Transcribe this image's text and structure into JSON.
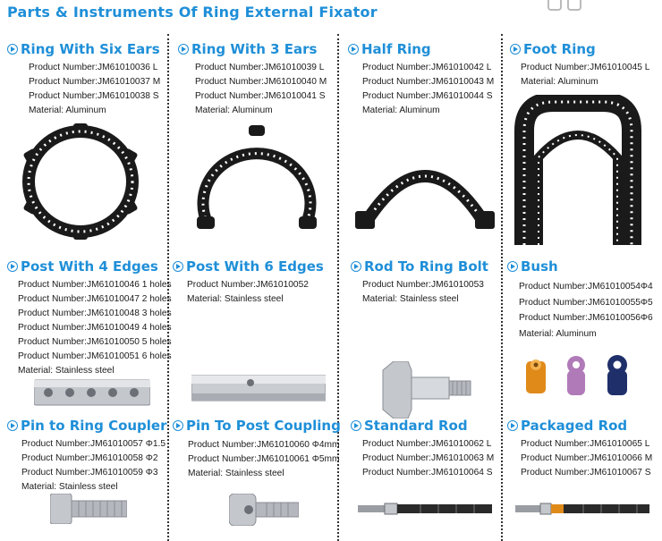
{
  "page_title": "Parts & Instruments Of Ring External Fixator",
  "products": {
    "ring_six_ears": {
      "title": "Ring With Six Ears",
      "lines": [
        "Product Number:JM61010036 L",
        "Product Number:JM61010037  M",
        "Product Number:JM61010038 S",
        "Material: Aluminum"
      ]
    },
    "ring_3_ears": {
      "title": "Ring With 3 Ears",
      "lines": [
        "Product Number:JM61010039 L",
        "Product Number:JM61010040 M",
        "Product Number:JM61010041 S",
        "Material: Aluminum"
      ]
    },
    "half_ring": {
      "title": "Half Ring",
      "lines": [
        "Product Number:JM61010042 L",
        "Product Number:JM61010043 M",
        "Product Number:JM61010044 S",
        "Material: Aluminum"
      ]
    },
    "foot_ring": {
      "title": "Foot Ring",
      "lines": [
        "Product Number:JM61010045 L",
        "Material: Aluminum"
      ]
    },
    "post_4_edges": {
      "title": "Post With 4 Edges",
      "lines": [
        "Product Number:JM61010046 1 holes",
        "Product Number:JM61010047 2 holes",
        "Product Number:JM61010048 3 holes",
        "Product Number:JM61010049 4 holes",
        "Product Number:JM61010050 5 holes",
        "Product Number:JM61010051 6 holes",
        "Material: Stainless steel"
      ]
    },
    "post_6_edges": {
      "title": "Post With 6 Edges",
      "lines": [
        "Product Number:JM61010052",
        "Material: Stainless steel"
      ]
    },
    "rod_to_ring_bolt": {
      "title": "Rod To Ring Bolt",
      "lines": [
        "Product Number:JM61010053",
        "Material: Stainless steel"
      ]
    },
    "bush": {
      "title": "Bush",
      "lines": [
        "Product Number:JM61010054Φ4",
        "Product Number:JM61010055Φ5",
        "Product Number:JM61010056Φ6",
        "Material: Aluminum"
      ]
    },
    "pin_to_ring_coupler": {
      "title": "Pin to Ring Coupler",
      "lines": [
        "Product Number:JM61010057  Φ1.5",
        "Product Number:JM61010058  Φ2",
        "Product Number:JM61010059  Φ3",
        "Material: Stainless steel"
      ]
    },
    "pin_to_post_coupling": {
      "title": "Pin To Post Coupling",
      "lines": [
        "Product Number:JM61010060 Φ4mm",
        "Product Number:JM61010061 Φ5mm",
        "Material: Stainless steel"
      ]
    },
    "standard_rod": {
      "title": "Standard Rod",
      "lines": [
        "Product Number:JM61010062  L",
        "Product Number:JM61010063  M",
        "Product Number:JM61010064  S"
      ]
    },
    "packaged_rod": {
      "title": "Packaged Rod",
      "lines": [
        "Product Number:JM61010065  L",
        "Product Number:JM61010066  M",
        "Product Number:JM61010067  S"
      ]
    }
  },
  "colors": {
    "title_blue": "#1f8fd8",
    "ring_black": "#1a1a1a",
    "steel": "#b8bcc2",
    "bush_orange": "#e08a1a",
    "bush_purple": "#b07ab8",
    "bush_navy": "#1f2f6a"
  }
}
